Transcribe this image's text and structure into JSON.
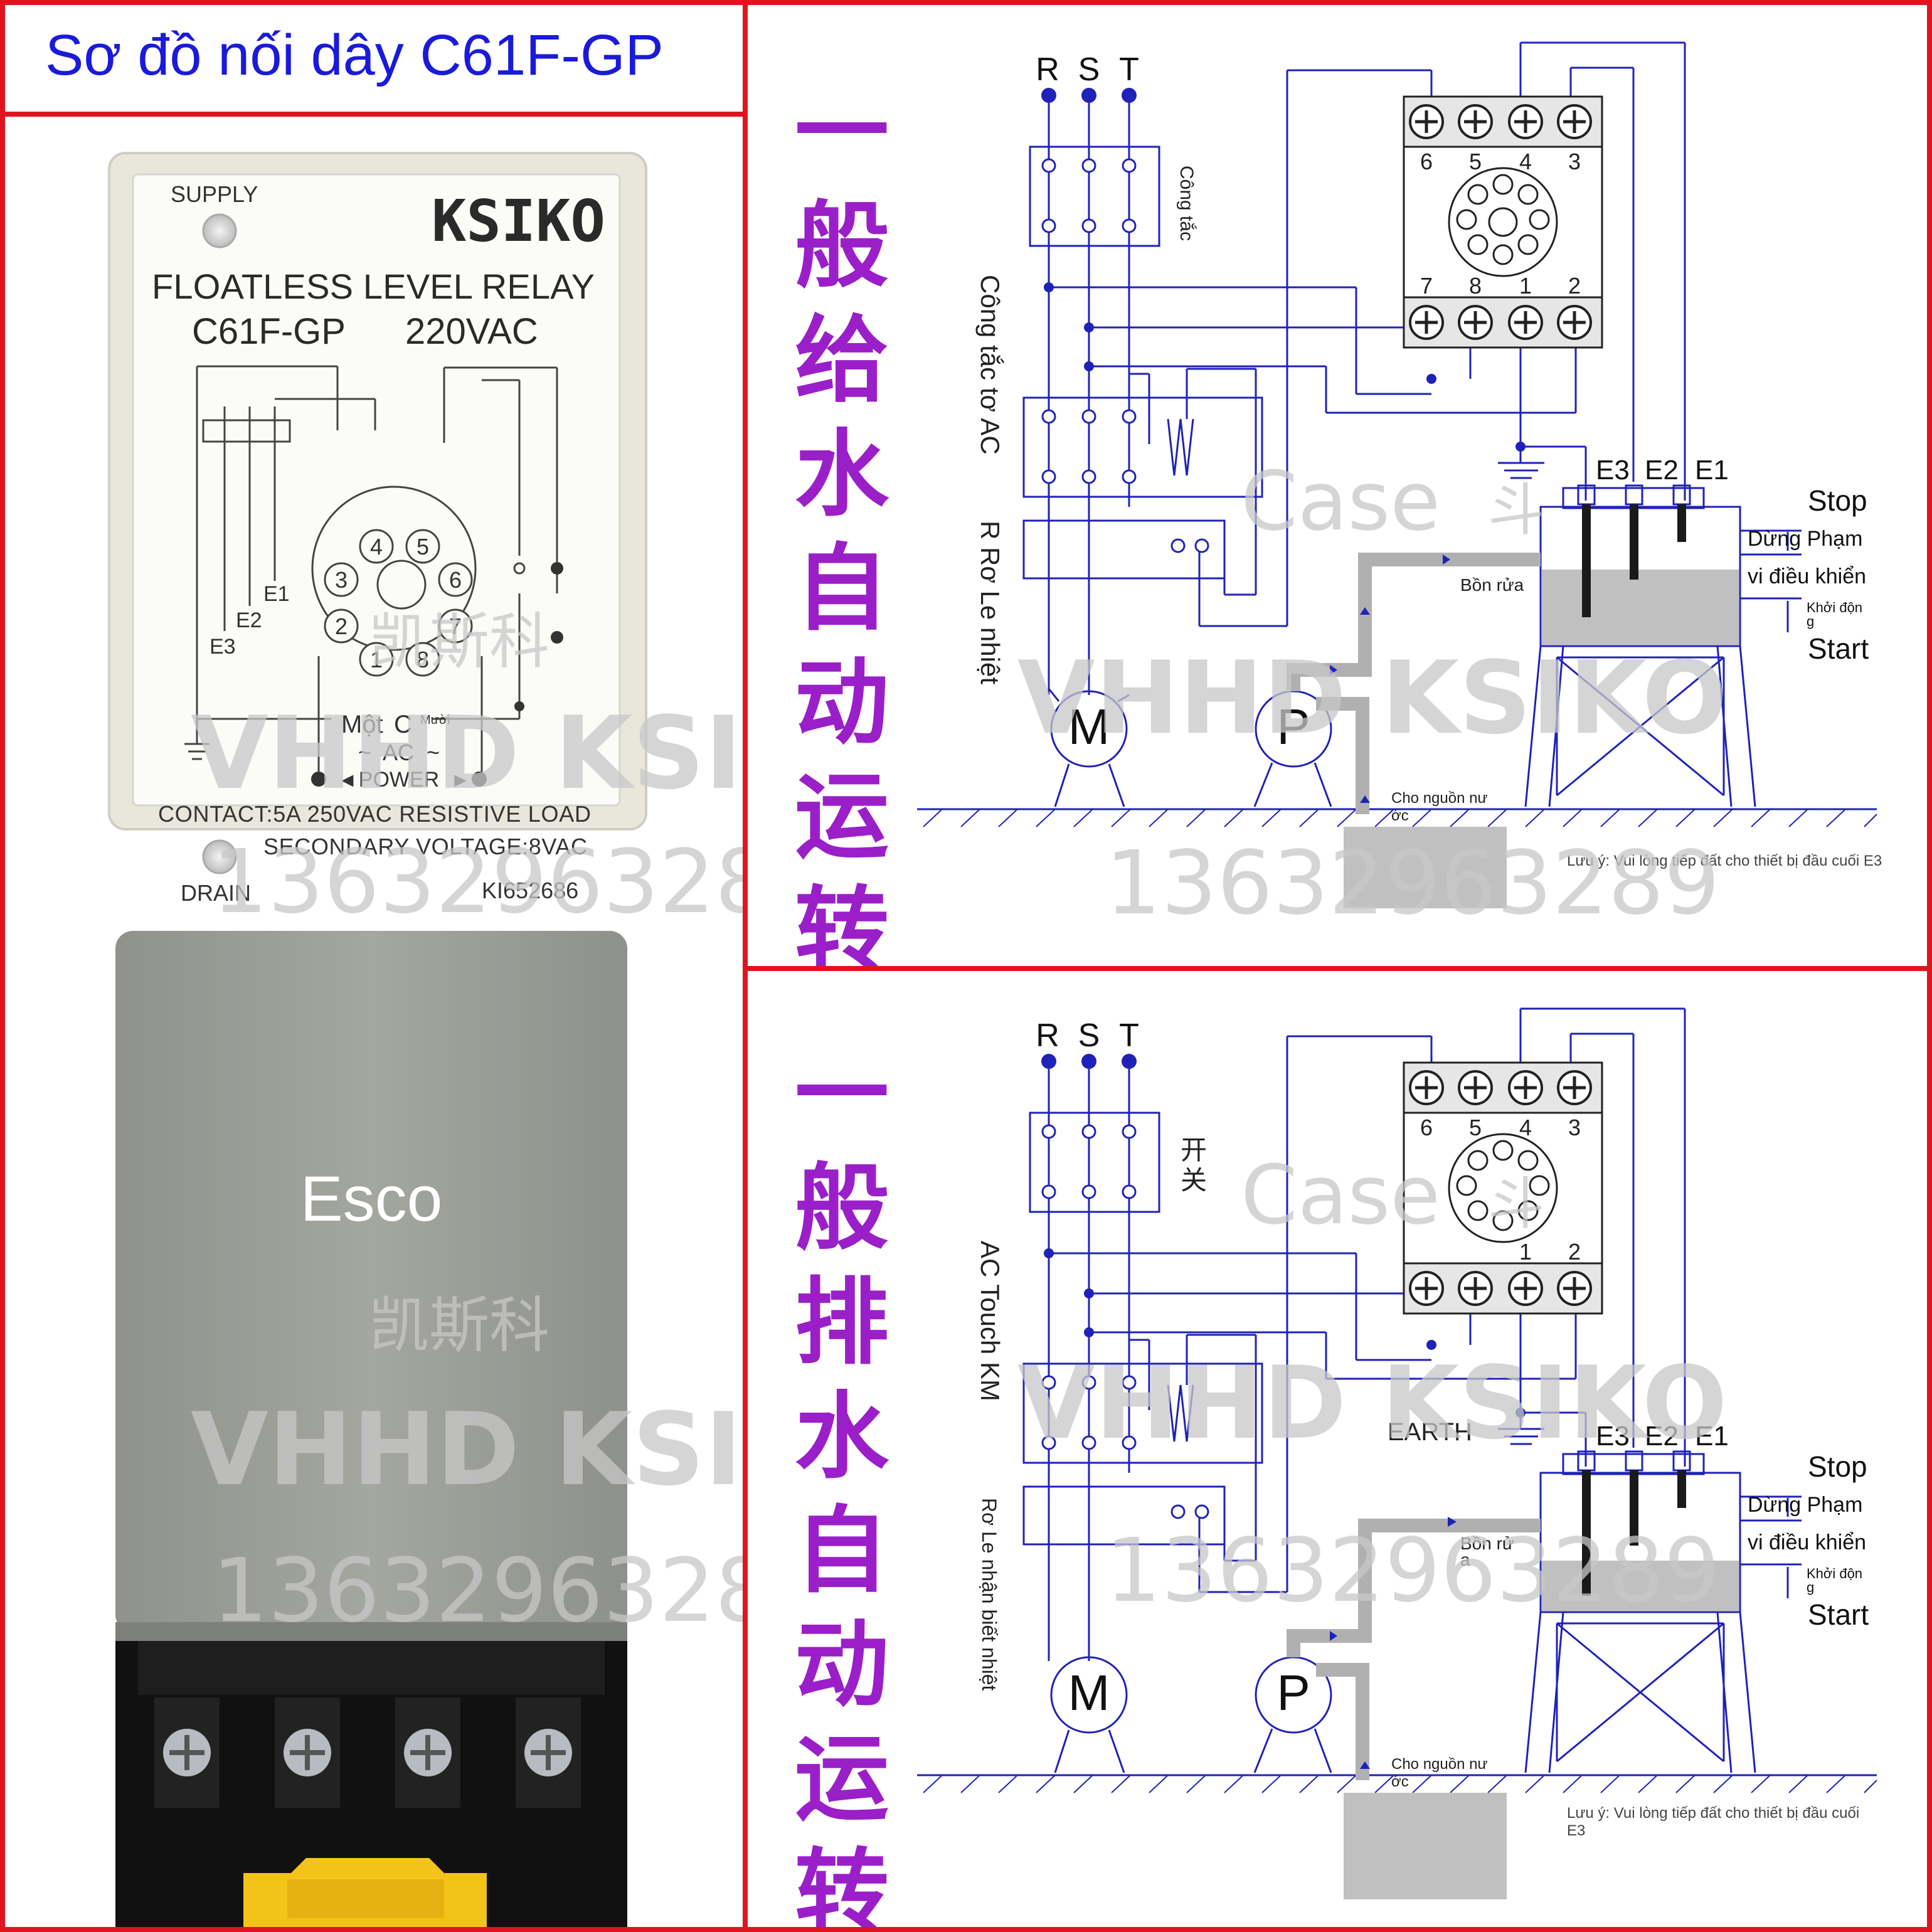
{
  "header": {
    "title": "Sơ đồ nối dây C61F-GP"
  },
  "relay_front": {
    "supply": "SUPPLY",
    "brand": "KSIKO",
    "product": "FLOATLESS LEVEL RELAY",
    "model": "C61F-GP",
    "voltage": "220VAC",
    "pins": [
      "1",
      "2",
      "3",
      "4",
      "5",
      "6",
      "7",
      "8"
    ],
    "e1": "E1",
    "e2": "E2",
    "e3": "E3",
    "mot": "Một",
    "c": "C",
    "muoi": "Mười",
    "ac": "~  AC  ~",
    "power": "POWER",
    "contact": "CONTACT:5A 250VAC RESISTIVE LOAD",
    "secondary": "SECONDARY VOLTAGE:8VAC",
    "drain": "DRAIN",
    "serial": "KI652686"
  },
  "relay_body": {
    "label": "Esco"
  },
  "watermarks": {
    "cn": "凯斯科",
    "brand": "VHHD KSIKO",
    "phone": "13632963289",
    "case": "Case",
    "case_cn": "斗"
  },
  "supply_diagram": {
    "vertical_title": [
      "一",
      "般",
      "给",
      "水",
      "自",
      "动",
      "运",
      "转"
    ],
    "phases": [
      "R",
      "S",
      "T"
    ],
    "switch_label": "Công tắc",
    "contactor_label": "Công tắc tơ AC",
    "thermal_label": "R Rơ Le nhiệt",
    "socket_top": [
      "6",
      "5",
      "4",
      "3"
    ],
    "socket_bottom": [
      "7",
      "8",
      "1",
      "2"
    ],
    "electrodes": [
      "E3",
      "E2",
      "E1"
    ],
    "stop": "Stop",
    "stop_vn": "Dừng Phạm",
    "control": "vi điều khiển",
    "start_vn_1": "Khởi độn",
    "start_vn_2": "g",
    "start": "Start",
    "tank": "Bồn rửa",
    "source_1": "Cho nguồn nư",
    "source_2": "ớc",
    "motor": "M",
    "pump": "P",
    "note": "Lưu ý: Vui lòng tiếp đất cho thiết bị đầu cuối E3"
  },
  "drain_diagram": {
    "vertical_title": [
      "一",
      "般",
      "排",
      "水",
      "自",
      "动",
      "运",
      "转"
    ],
    "phases": [
      "R",
      "S",
      "T"
    ],
    "switch_label_1": "开",
    "switch_label_2": "关",
    "contactor_label": "AC Touch KM",
    "thermal_label": "Rơ Le nhận biết nhiệt",
    "socket_top": [
      "6",
      "5",
      "4",
      "3"
    ],
    "socket_bottom": [
      "1",
      "2"
    ],
    "earth": "EARTH",
    "electrodes": [
      "E3",
      "E2",
      "E1"
    ],
    "stop": "Stop",
    "stop_vn": "Dừng Phạm",
    "control": "vi điều khiển",
    "start_vn_1": "Khởi độn",
    "start_vn_2": "g",
    "start": "Start",
    "tank_1": "Bồn rử",
    "tank_2": "a",
    "source_1": "Cho nguồn nư",
    "source_2": "ớc",
    "motor": "M",
    "pump": "P",
    "note_1": "Lưu ý: Vui lòng tiếp đất cho thiết bị đầu cuối",
    "note_2": "E3"
  }
}
